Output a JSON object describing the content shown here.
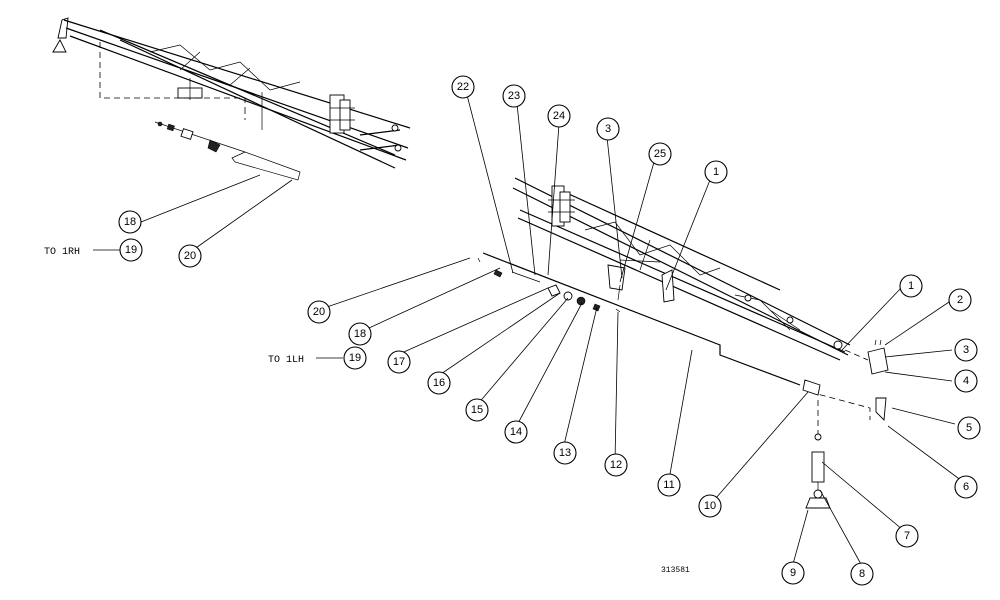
{
  "drawing_number": "313581",
  "connection_notes": {
    "right": "TO 1RH",
    "left": "TO 1LH"
  },
  "callouts": {
    "c1_upper": "1",
    "c1_lower": "1",
    "c2": "2",
    "c3_upper": "3",
    "c3_lower": "3",
    "c4": "4",
    "c5": "5",
    "c6": "6",
    "c7": "7",
    "c8": "8",
    "c9": "9",
    "c10": "10",
    "c11": "11",
    "c12": "12",
    "c13": "13",
    "c14": "14",
    "c15": "15",
    "c16": "16",
    "c17": "17",
    "c18_upper": "18",
    "c18_lower": "18",
    "c19_upper": "19",
    "c19_lower": "19",
    "c20_upper": "20",
    "c20_lower": "20",
    "c22": "22",
    "c23": "23",
    "c24": "24",
    "c25": "25"
  }
}
